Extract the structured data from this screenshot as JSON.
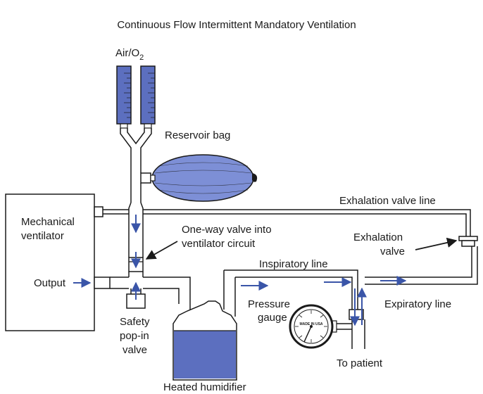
{
  "title": "Continuous Flow Intermittent Mandatory Ventilation",
  "labels": {
    "air_o2_main": "Air/O",
    "air_o2_sub": "2",
    "reservoir_bag": "Reservoir bag",
    "exhalation_valve_line": "Exhalation valve line",
    "mechanical_ventilator_1": "Mechanical",
    "mechanical_ventilator_2": "ventilator",
    "one_way_valve_1": "One-way valve into",
    "one_way_valve_2": "ventilator circuit",
    "exhalation_valve_1": "Exhalation",
    "exhalation_valve_2": "valve",
    "output": "Output",
    "inspiratory_line": "Inspiratory line",
    "pressure_gauge_1": "Pressure",
    "pressure_gauge_2": "gauge",
    "expiratory_line": "Expiratory line",
    "safety_valve_1": "Safety",
    "safety_valve_2": "pop-in",
    "safety_valve_3": "valve",
    "gauge_face_text": "MADE IN USA",
    "to_patient": "To patient",
    "heated_humidifier": "Heated humidifier"
  },
  "colors": {
    "accent_blue": "#3a55a8",
    "fill_blue": "#5c6fbf",
    "fill_blue_light": "#7d8fd6",
    "line_dark": "#1a1a1a"
  }
}
